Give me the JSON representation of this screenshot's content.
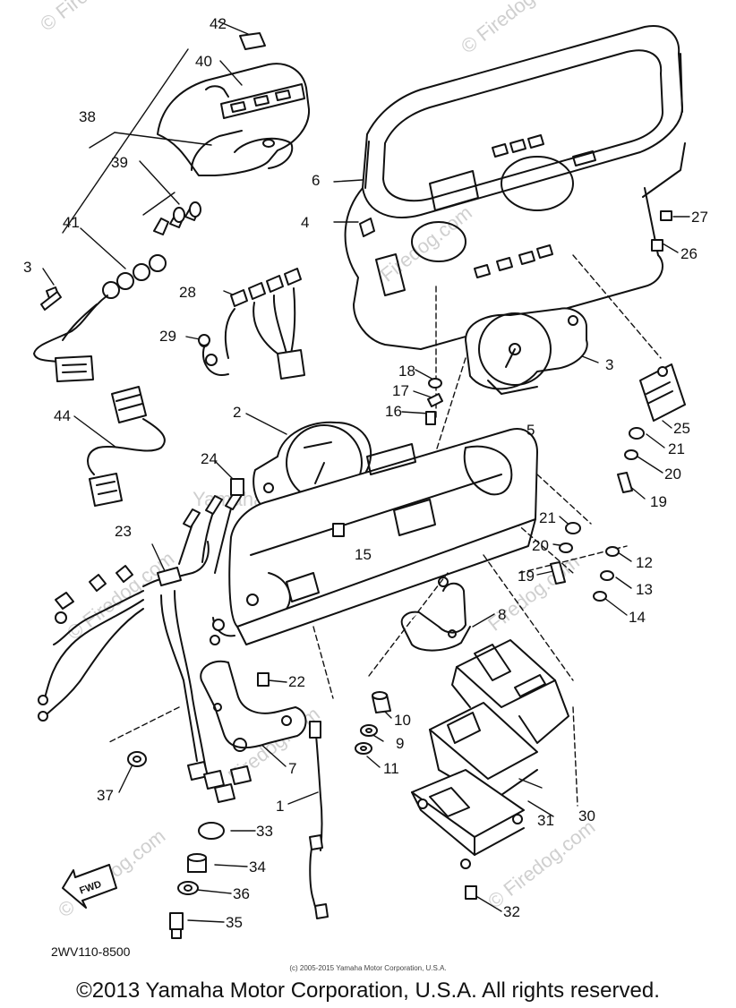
{
  "callouts": {
    "c42": "42",
    "c40": "40",
    "c38": "38",
    "c39": "39",
    "c41": "41",
    "c3a": "3",
    "c28": "28",
    "c29": "29",
    "c44": "44",
    "c6": "6",
    "c4": "4",
    "c27": "27",
    "c26": "26",
    "c3b": "3",
    "c18": "18",
    "c17": "17",
    "c16": "16",
    "c2": "2",
    "c5": "5",
    "c25": "25",
    "c21a": "21",
    "c20a": "20",
    "c19a": "19",
    "c24": "24",
    "c15": "15",
    "c21b": "21",
    "c20b": "20",
    "c19b": "19",
    "c12": "12",
    "c13": "13",
    "c14": "14",
    "c23": "23",
    "c8": "8",
    "c22": "22",
    "c10": "10",
    "c9": "9",
    "c11": "11",
    "c7": "7",
    "c37": "37",
    "c1": "1",
    "c33": "33",
    "c30": "30",
    "c31": "31",
    "c34": "34",
    "c36": "36",
    "c35": "35",
    "c32": "32"
  },
  "fwd_label": "FWD",
  "part_code": "2WV110-8500",
  "small_copyright": "(c) 2005-2015 Yamaha Motor Corporation, U.S.A.",
  "copyright": "©2013 Yamaha Motor Corporation, U.S.A. All rights reserved.",
  "watermarks": {
    "w1": "© Firedog.com",
    "w2": "© Firedog.com",
    "w3": "Firedog.com",
    "w4": "Yamaha Motor Com, U.S.",
    "w5": "Firedog.com",
    "w6": "Firedog.com",
    "w7": "© Firedog.com",
    "w8": "© Firedog.com",
    "w9": "© Firedog.com"
  }
}
